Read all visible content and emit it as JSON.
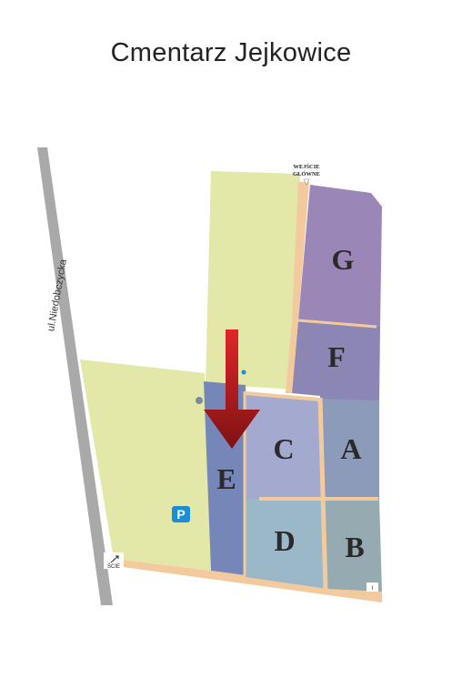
{
  "title": "Cmentarz Jejkowice",
  "street": "ul.Niedobczycka",
  "main_entrance": {
    "line1": "WEJŚCIE",
    "line2": "GŁÓWNE"
  },
  "side_entrance": "ŚCIE",
  "parking": "P",
  "corner_mark": "I",
  "sections": [
    {
      "id": "G",
      "label": "G",
      "color": "#9b86b8"
    },
    {
      "id": "F",
      "label": "F",
      "color": "#8b86b4"
    },
    {
      "id": "C",
      "label": "C",
      "color": "#a3a9cf"
    },
    {
      "id": "A",
      "label": "A",
      "color": "#8d9bba"
    },
    {
      "id": "E",
      "label": "E",
      "color": "#7587b8"
    },
    {
      "id": "D",
      "label": "D",
      "color": "#9bb8c8"
    },
    {
      "id": "B",
      "label": "B",
      "color": "#96aab2"
    }
  ],
  "colors": {
    "green_area": "#e3e8a8",
    "path": "#f3ca9e",
    "road": "#a9a9a9",
    "arrow": "#c21f20",
    "parking": "#1b8fd6"
  },
  "icons": {
    "arrow": "down-arrow-icon",
    "parking": "parking-icon"
  }
}
